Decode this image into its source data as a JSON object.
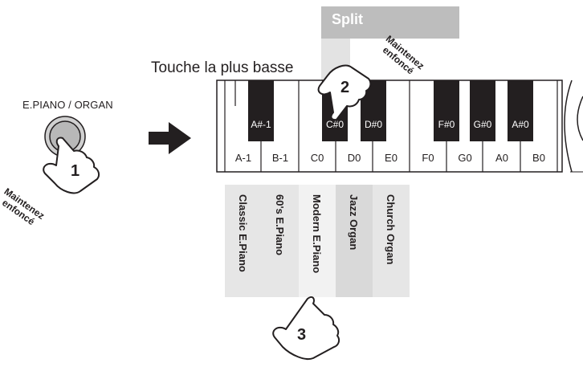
{
  "panel_button": {
    "label": "E.PIANO / ORGAN"
  },
  "annotation": {
    "lowest_key": "Touche la plus basse"
  },
  "split_badge": {
    "label": "Split"
  },
  "hold_note": {
    "line1": "Maintenez",
    "line2": "enfoncé"
  },
  "steps": [
    "1",
    "2",
    "3"
  ],
  "white_keys": [
    "A-1",
    "B-1",
    "C0",
    "D0",
    "E0",
    "F0",
    "G0",
    "A0",
    "B0"
  ],
  "black_keys": [
    "A#-1",
    "C#0",
    "D#0",
    "F#0",
    "G#0",
    "A#0"
  ],
  "voices": [
    "Classic E.Piano",
    "60's E.Piano",
    "Modern E.Piano",
    "Jazz Organ",
    "Church Organ"
  ],
  "colors": {
    "black_key": "#231f20",
    "panel_gray": "#d9d9d9",
    "split_gray": "#bdbdbd",
    "line": "#231f20"
  }
}
